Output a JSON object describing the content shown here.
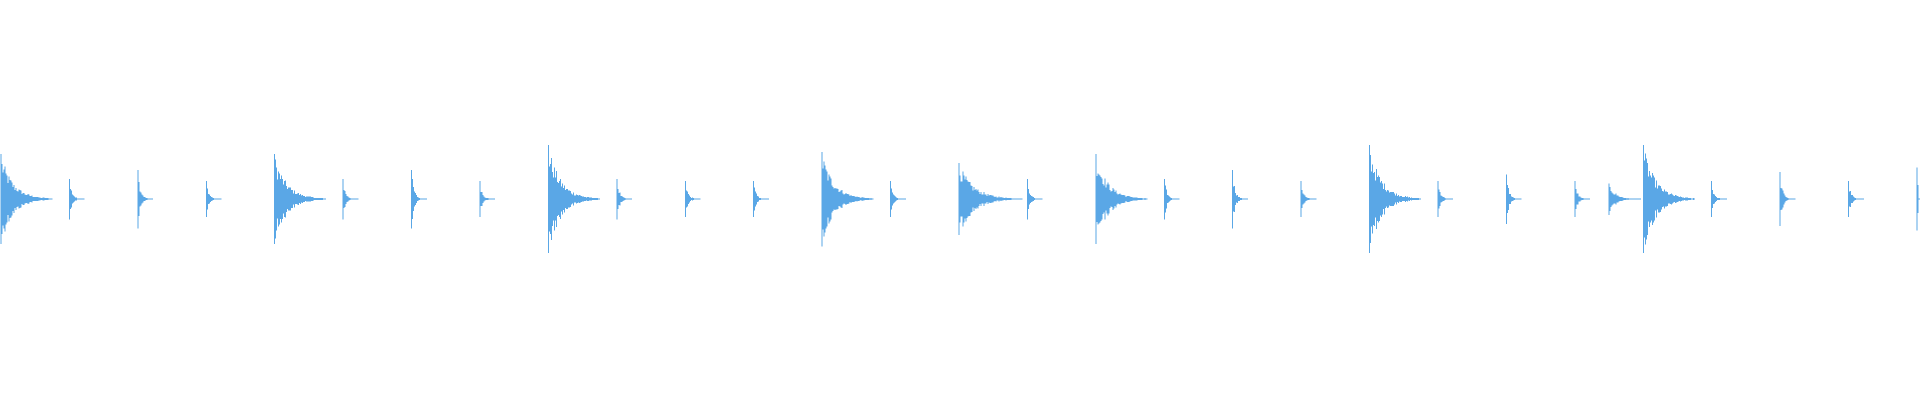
{
  "waveform": {
    "color": "#5aa7e6",
    "background": "#ffffff",
    "duration_beats": 28,
    "hits": [
      {
        "beat": 0,
        "peak": 1.0,
        "decay": 3.7,
        "level": "accent"
      },
      {
        "beat": 1,
        "peak": 0.45,
        "decay": 0.8,
        "level": "normal"
      },
      {
        "beat": 2,
        "peak": 0.65,
        "decay": 0.8,
        "level": "normal"
      },
      {
        "beat": 3,
        "peak": 0.4,
        "decay": 0.8,
        "level": "normal"
      },
      {
        "beat": 4,
        "peak": 1.0,
        "decay": 3.7,
        "level": "accent"
      },
      {
        "beat": 5,
        "peak": 0.45,
        "decay": 0.8,
        "level": "normal"
      },
      {
        "beat": 6,
        "peak": 0.65,
        "decay": 0.8,
        "level": "normal"
      },
      {
        "beat": 7,
        "peak": 0.4,
        "decay": 0.8,
        "level": "normal"
      },
      {
        "beat": 8,
        "peak": 1.2,
        "decay": 3.7,
        "level": "accent"
      },
      {
        "beat": 9,
        "peak": 0.45,
        "decay": 0.8,
        "level": "normal"
      },
      {
        "beat": 10,
        "peak": 0.4,
        "decay": 0.8,
        "level": "normal"
      },
      {
        "beat": 11,
        "peak": 0.4,
        "decay": 0.8,
        "level": "normal"
      },
      {
        "beat": 12,
        "peak": 1.05,
        "decay": 3.7,
        "level": "accent"
      },
      {
        "beat": 13,
        "peak": 0.4,
        "decay": 0.8,
        "level": "normal"
      },
      {
        "beat": 14,
        "peak": 0.8,
        "decay": 4.5,
        "level": "accent"
      },
      {
        "beat": 15,
        "peak": 0.45,
        "decay": 0.8,
        "level": "normal"
      },
      {
        "beat": 16,
        "peak": 1.0,
        "decay": 3.7,
        "level": "accent"
      },
      {
        "beat": 17,
        "peak": 0.45,
        "decay": 0.8,
        "level": "normal"
      },
      {
        "beat": 18,
        "peak": 0.65,
        "decay": 0.8,
        "level": "normal"
      },
      {
        "beat": 19,
        "peak": 0.4,
        "decay": 0.8,
        "level": "normal"
      },
      {
        "beat": 20,
        "peak": 1.2,
        "decay": 3.7,
        "level": "accent"
      },
      {
        "beat": 21,
        "peak": 0.4,
        "decay": 0.8,
        "level": "normal"
      },
      {
        "beat": 22,
        "peak": 0.55,
        "decay": 0.8,
        "level": "normal"
      },
      {
        "beat": 23,
        "peak": 0.4,
        "decay": 0.8,
        "level": "normal"
      },
      {
        "beat": 23.5,
        "peak": 0.35,
        "decay": 2.0,
        "level": "normal"
      },
      {
        "beat": 24,
        "peak": 1.2,
        "decay": 3.7,
        "level": "accent"
      },
      {
        "beat": 25,
        "peak": 0.4,
        "decay": 0.8,
        "level": "normal"
      },
      {
        "beat": 26,
        "peak": 0.6,
        "decay": 0.8,
        "level": "normal"
      },
      {
        "beat": 27,
        "peak": 0.4,
        "decay": 0.8,
        "level": "normal"
      },
      {
        "beat": 28,
        "peak": 0.7,
        "decay": 0.8,
        "level": "normal"
      }
    ]
  }
}
